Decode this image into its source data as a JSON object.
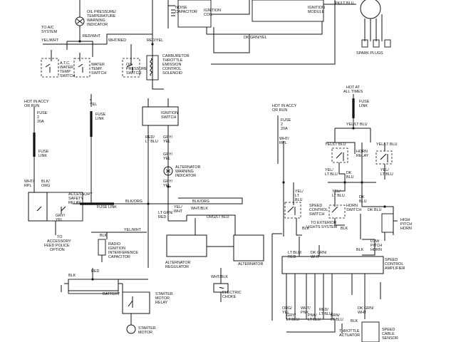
{
  "labels": {
    "oil_sw": [
      "OIL PRESSURE/",
      "TEMPERATURE",
      "WARNING",
      "INDICATOR"
    ],
    "to_ac": [
      "TO A/C",
      "SYSTEM"
    ],
    "red_wht_a": "RED/WHT",
    "yel_wht_a": "YEL/WHT",
    "wht_red_a": "WHT/RED",
    "red_yel_a": "RED/YEL",
    "atc_sw": [
      "A.T.C.",
      "WATER",
      "TEMP",
      "SWITCH"
    ],
    "water_temp_sw": [
      "WATER",
      "TEMP.",
      "SWITCH"
    ],
    "oil_press_sw": [
      "OIL",
      "PRESSURE",
      "SWITCH"
    ],
    "noise_cap": [
      "NOISE",
      "CAPACITOR"
    ],
    "ign_coil": [
      "IGNITION",
      "COIL"
    ],
    "dk_grn_yel": "DK GRN/YEL",
    "carb": [
      "CARBURETOR",
      "THROTTLE",
      "EMISSION",
      "CONTROL",
      "SOLENOID"
    ],
    "pk_lt_blu": "PK/LT BLU",
    "ign_module": [
      "IGNITION",
      "MODULE"
    ],
    "spark_plugs": "SPARK PLUGS",
    "hot_accy": [
      "HOT IN ACCY",
      "OR RUN"
    ],
    "fuse_2_20a": [
      "FUSE",
      "2",
      "20A"
    ],
    "yel_a": "YEL",
    "fuse_link": [
      "FUSE",
      "LINK"
    ],
    "ign_switch": [
      "IGNITION",
      "SWITCH"
    ],
    "red_lt_blu": [
      "RED/",
      "LT BLU"
    ],
    "gry_yel_a": [
      "GRY/",
      "YEL"
    ],
    "gry_yel_b": [
      "GRY/",
      "YEL"
    ],
    "gry_yel_c": [
      "GRY/",
      "YEL"
    ],
    "alt_warn": [
      "ALTERNATOR",
      "WARNING",
      "INDICATOR"
    ],
    "wht_rpl": [
      "WHT/",
      "RPL"
    ],
    "blk_org": [
      "BLK/",
      "ORG"
    ],
    "acc_relay": [
      "ACCESSORY",
      "SAFETY",
      "RELAY"
    ],
    "fuse_link_b": "FUSE LINK",
    "blk_org_b": "BLK/ORG",
    "blk_org_c": "BLK/ORG",
    "lt_grn_red": [
      "LT GRN/",
      "RED"
    ],
    "yel_wht_b": [
      "YEL/",
      "WHT"
    ],
    "wht_blk_a": "WHT/BLK",
    "org_lt_blu": "ORG/LT BLU",
    "gry_yel_d": [
      "GRY/",
      "YEL"
    ],
    "to_police": [
      "TO",
      "ACCESSORY",
      "FEED POLICE",
      "OPTION"
    ],
    "blk_a": "BLK",
    "yel_wht_c": "YEL/WHT",
    "radio_cap": [
      "RADIO",
      "IGNITION",
      "INTERFERENCE",
      "CAPACITOR"
    ],
    "alt_reg": [
      "ALTERNATOR",
      "REGULATOR"
    ],
    "alternator": "ALTERNATOR",
    "blk_b": "BLK",
    "red_b": "RED",
    "wht_blk_b": "WHT/BLK",
    "battery": "BATTERY",
    "starter_relay": [
      "STARTER",
      "MOTOR",
      "RELAY"
    ],
    "elec_choke": [
      "ELECTRIC",
      "CHOKE"
    ],
    "starter_motor": [
      "STARTER",
      "MOTOR"
    ],
    "hot_all": [
      "HOT AT",
      "ALL TIMES"
    ],
    "fuse_link_c": [
      "FUSE",
      "LINK"
    ],
    "yel_lt_blu_a": "YEL/LT BLU",
    "hot_accy_b": [
      "HOT IN ACCY",
      "OR RUN"
    ],
    "fuse_2_20a_b": [
      "FUSE",
      "2",
      "20A"
    ],
    "wht_rpl_b": [
      "WHT/",
      "RPL"
    ],
    "yel_lt_blu_b": [
      "YEL/LT BLU"
    ],
    "yel_lt_blu_c": [
      "YEL/LT BLU"
    ],
    "horn_relay": [
      "HORN",
      "RELAY"
    ],
    "yel_lt_blu_d": [
      "YEL/",
      "LT BLU"
    ],
    "dk_blu_a": [
      "DK",
      "BLU"
    ],
    "yel_lt_blu_e": [
      "YEL/",
      "LT BLU"
    ],
    "yel_lt_blu_f": [
      "YEL/",
      "LT",
      "BLU"
    ],
    "yel_lt_blu_g": [
      "YEL/",
      "LT BLU"
    ],
    "dk_blu_b": [
      "DK",
      "BLU"
    ],
    "speed_ctrl_sw": [
      "SPEED",
      "CONTROL",
      "SWITCH"
    ],
    "horn_switch": [
      "HORN",
      "SWITCH"
    ],
    "dk_blu_c": "DK BLU",
    "high_pitch": [
      "HIGH",
      "PITCH",
      "HORN"
    ],
    "blk_c": "BLK",
    "blk_d": "BLK",
    "to_ext": [
      "TO EXTERIOR",
      "LIGHTS SYSTEM"
    ],
    "low_pitch": [
      "LOW",
      "PITCH",
      "HORN"
    ],
    "lt_blu_red": [
      "LT BLU/",
      "RED"
    ],
    "dk_grn_wht": [
      "DK GRN/",
      "WHT"
    ],
    "blk_e": "BLK",
    "speed_amp": [
      "SPEED",
      "CONTROL",
      "AMPLIFIER"
    ],
    "org_yel": [
      "ORG/",
      "YEL"
    ],
    "wht_pnk": [
      "WHT/",
      "PNK"
    ],
    "gry_lt_blu": [
      "GRY/",
      "LT BLU"
    ],
    "pnk_lt_blu": [
      "PNK/",
      "LT BLU"
    ],
    "red_lt_blu_b": [
      "RED/",
      "LT BLU"
    ],
    "brn_lt_blu": [
      "BRN/",
      "LT BLU"
    ],
    "dk_grn_wht_b": [
      "DK GRN/",
      "WHT"
    ],
    "blk_f": "BLK",
    "throttle_act": [
      "THROTTLE",
      "ACTUATOR"
    ],
    "speed_sensor": [
      "SPEED",
      "CABLE",
      "SENSOR"
    ]
  }
}
